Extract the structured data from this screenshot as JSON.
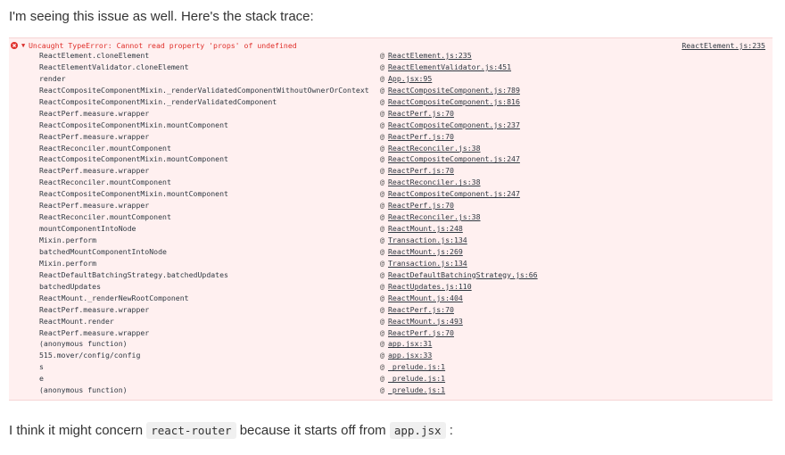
{
  "comment": {
    "intro": "I'm seeing this issue as well. Here's the stack trace:",
    "outro": {
      "part1": "I think it might concern ",
      "code1": "react-router",
      "part2": " because it starts off from ",
      "code2": "app.jsx",
      "part3": " :"
    }
  },
  "console": {
    "error": {
      "icon": "error-circle-icon",
      "toggle": "▼",
      "message": "Uncaught TypeError: Cannot read property 'props' of undefined",
      "source": "ReactElement.js:235",
      "color": "#e0302b"
    },
    "at_symbol": "@",
    "frames": [
      {
        "fn": "ReactElement.cloneElement",
        "loc": "ReactElement.js:235"
      },
      {
        "fn": "ReactElementValidator.cloneElement",
        "loc": "ReactElementValidator.js:451"
      },
      {
        "fn": "render",
        "loc": "App.jsx:95"
      },
      {
        "fn": "ReactCompositeComponentMixin._renderValidatedComponentWithoutOwnerOrContext",
        "loc": "ReactCompositeComponent.js:789"
      },
      {
        "fn": "ReactCompositeComponentMixin._renderValidatedComponent",
        "loc": "ReactCompositeComponent.js:816"
      },
      {
        "fn": "ReactPerf.measure.wrapper",
        "loc": "ReactPerf.js:70"
      },
      {
        "fn": "ReactCompositeComponentMixin.mountComponent",
        "loc": "ReactCompositeComponent.js:237"
      },
      {
        "fn": "ReactPerf.measure.wrapper",
        "loc": "ReactPerf.js:70"
      },
      {
        "fn": "ReactReconciler.mountComponent",
        "loc": "ReactReconciler.js:38"
      },
      {
        "fn": "ReactCompositeComponentMixin.mountComponent",
        "loc": "ReactCompositeComponent.js:247"
      },
      {
        "fn": "ReactPerf.measure.wrapper",
        "loc": "ReactPerf.js:70"
      },
      {
        "fn": "ReactReconciler.mountComponent",
        "loc": "ReactReconciler.js:38"
      },
      {
        "fn": "ReactCompositeComponentMixin.mountComponent",
        "loc": "ReactCompositeComponent.js:247"
      },
      {
        "fn": "ReactPerf.measure.wrapper",
        "loc": "ReactPerf.js:70"
      },
      {
        "fn": "ReactReconciler.mountComponent",
        "loc": "ReactReconciler.js:38"
      },
      {
        "fn": "mountComponentIntoNode",
        "loc": "ReactMount.js:248"
      },
      {
        "fn": "Mixin.perform",
        "loc": "Transaction.js:134"
      },
      {
        "fn": "batchedMountComponentIntoNode",
        "loc": "ReactMount.js:269"
      },
      {
        "fn": "Mixin.perform",
        "loc": "Transaction.js:134"
      },
      {
        "fn": "ReactDefaultBatchingStrategy.batchedUpdates",
        "loc": "ReactDefaultBatchingStrategy.js:66"
      },
      {
        "fn": "batchedUpdates",
        "loc": "ReactUpdates.js:110"
      },
      {
        "fn": "ReactMount._renderNewRootComponent",
        "loc": "ReactMount.js:404"
      },
      {
        "fn": "ReactPerf.measure.wrapper",
        "loc": "ReactPerf.js:70"
      },
      {
        "fn": "ReactMount.render",
        "loc": "ReactMount.js:493"
      },
      {
        "fn": "ReactPerf.measure.wrapper",
        "loc": "ReactPerf.js:70"
      },
      {
        "fn": "(anonymous function)",
        "loc": "app.jsx:31"
      },
      {
        "fn": "515.mover/config/config",
        "loc": "app.jsx:33"
      },
      {
        "fn": "s",
        "loc": "_prelude.js:1"
      },
      {
        "fn": "e",
        "loc": "_prelude.js:1"
      },
      {
        "fn": "(anonymous function)",
        "loc": "_prelude.js:1"
      }
    ]
  }
}
